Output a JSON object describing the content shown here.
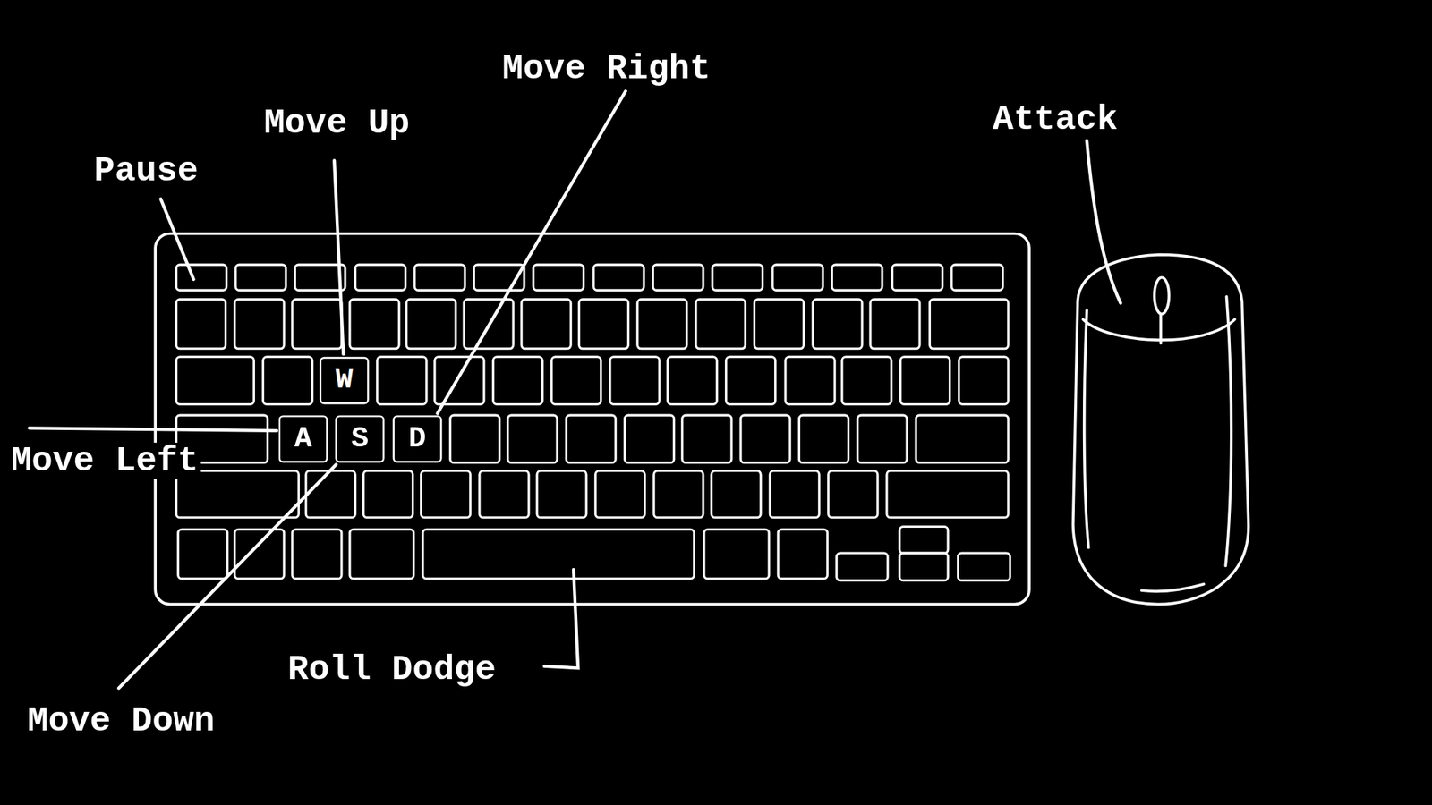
{
  "diagram": {
    "nodes": [
      {
        "text": [
          "W"
        ]
      },
      {
        "text": [
          "A"
        ]
      },
      {
        "text": [
          "S"
        ]
      },
      {
        "text": [
          "D"
        ]
      }
    ],
    "labels": [
      "Pause",
      "Move Up",
      "Move Right",
      "Attack",
      "Move Left",
      "Move Down",
      "Roll Dodge"
    ]
  }
}
